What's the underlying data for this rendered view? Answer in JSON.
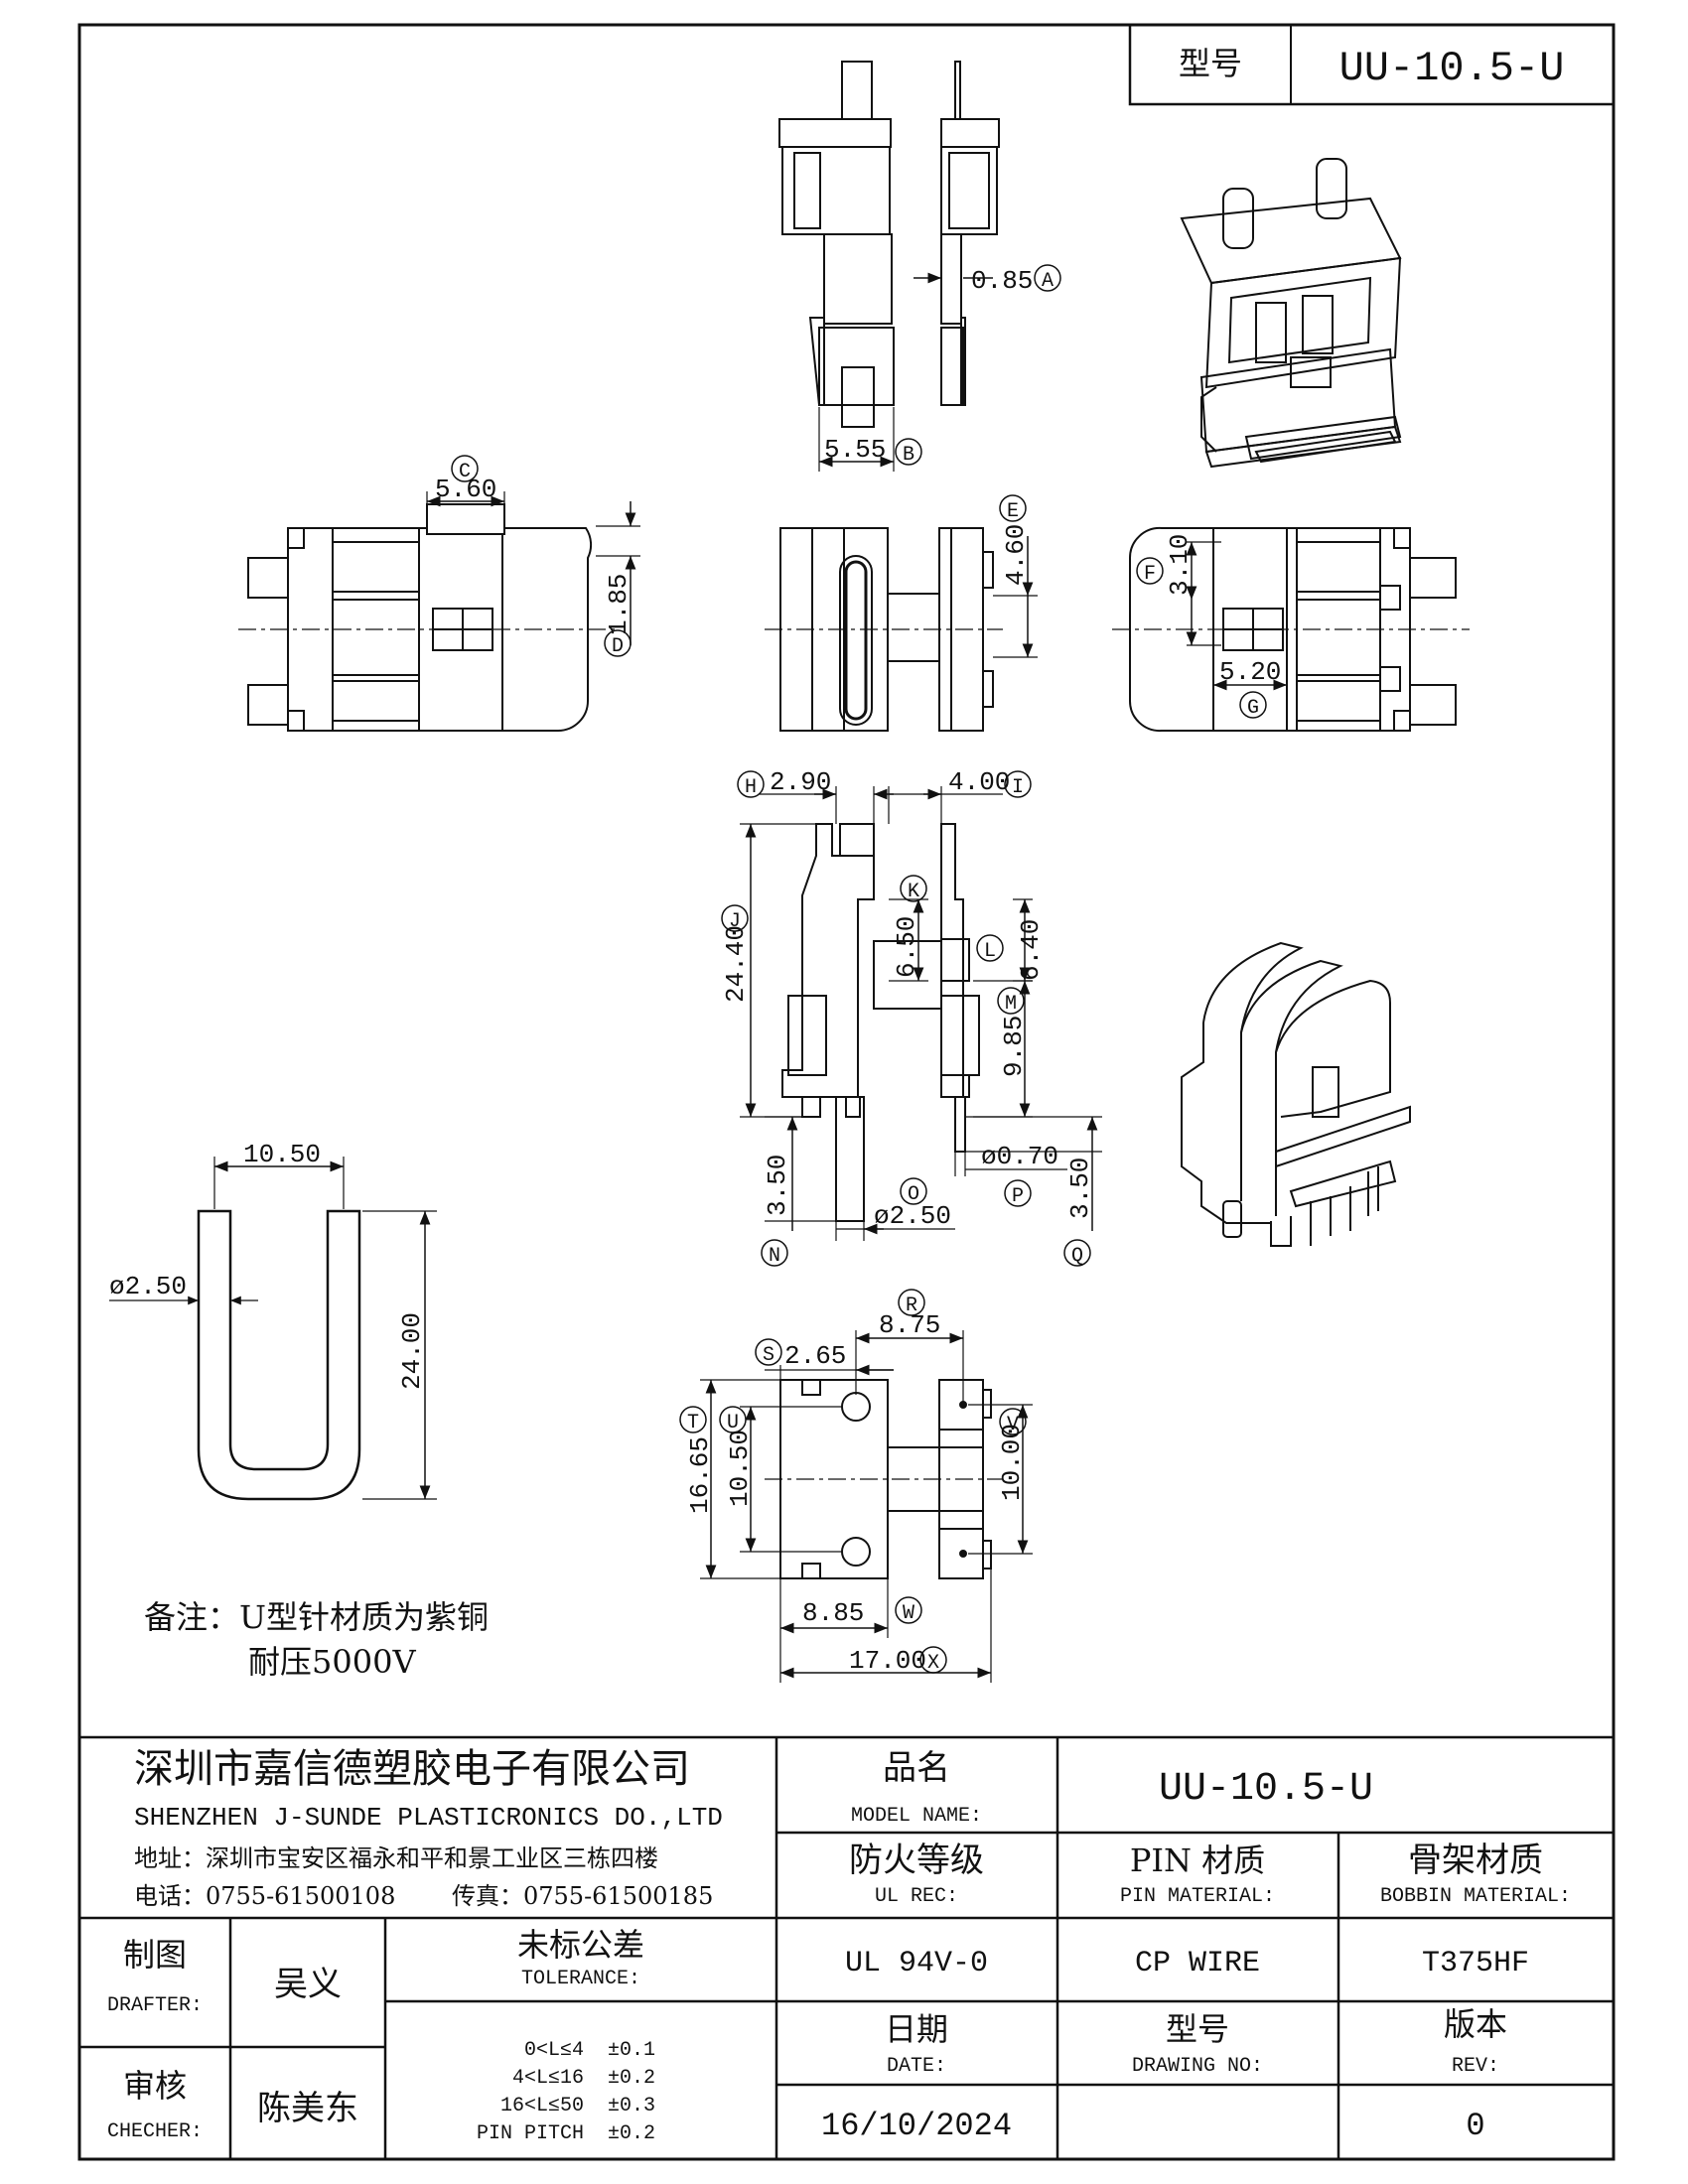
{
  "title_box": {
    "label": "型号",
    "model": "UU-10.5-U"
  },
  "dims": {
    "A": "A",
    "B": "B",
    "C": "C",
    "D": "D",
    "E": "E",
    "F": "F",
    "G": "G",
    "H": "H",
    "I": "I",
    "J": "J",
    "K": "K",
    "L": "L",
    "M": "M",
    "N": "N",
    "O": "O",
    "P": "P",
    "Q": "Q",
    "R": "R",
    "S": "S",
    "T": "T",
    "U": "U",
    "V": "V",
    "W": "W",
    "X": "X",
    "A_val": "0.85",
    "B_val": "5.55",
    "C_val": "5.60",
    "D_val": "1.85",
    "E_val": "4.60",
    "F_val": "3.10",
    "G_val": "5.20",
    "H_val": "2.90",
    "I_val": "4.00",
    "J_val": "24.40",
    "K_val": "6.50",
    "L_val": "6.40",
    "M_val": "9.85",
    "N_val": "3.50",
    "O_val": "ø2.50",
    "P_val": "ø0.70",
    "Q_val": "3.50",
    "R_val": "8.75",
    "S_val": "2.65",
    "T_val": "16.65",
    "U_val": "10.50",
    "V_val": "10.00",
    "W_val": "8.85",
    "X_val": "17.00",
    "pin_w": "10.50",
    "pin_d": "ø2.50",
    "pin_h": "24.00"
  },
  "notes": {
    "line1": "备注：U型针材质为紫铜",
    "line2": "耐压5000V"
  },
  "company": {
    "name_cn": "深圳市嘉信德塑胶电子有限公司",
    "name_en": "SHENZHEN J-SUNDE PLASTICRONICS DO.,LTD",
    "address": "地址：深圳市宝安区福永和平和景工业区三栋四楼",
    "tel": "电话：0755-61500108",
    "fax": "传真：0755-61500185"
  },
  "table": {
    "model_cn": "品名",
    "model_en": "MODEL NAME:",
    "model_val": "UU-10.5-U",
    "ul_cn": "防火等级",
    "ul_en": "UL REC:",
    "ul_val": "UL 94V-0",
    "pin_cn": "PIN 材质",
    "pin_en": "PIN MATERIAL:",
    "pin_val": "CP WIRE",
    "bob_cn": "骨架材质",
    "bob_en": "BOBBIN MATERIAL:",
    "bob_val": "T375HF",
    "drafter_cn": "制图",
    "drafter_en": "DRAFTER:",
    "drafter_val": "吴义",
    "checker_cn": "审核",
    "checker_en": "CHECHER:",
    "checker_val": "陈美东",
    "tol_cn": "未标公差",
    "tol_en": "TOLERANCE:",
    "tol_rows": [
      {
        "range": "0<L≤4",
        "tol": "±0.1"
      },
      {
        "range": "4<L≤16",
        "tol": "±0.2"
      },
      {
        "range": "16<L≤50",
        "tol": "±0.3"
      },
      {
        "range": "PIN PITCH",
        "tol": "±0.2"
      }
    ],
    "date_cn": "日期",
    "date_en": "DATE:",
    "date_val": "16/10/2024",
    "dwg_cn": "型号",
    "dwg_en": "DRAWING NO:",
    "dwg_val": "",
    "rev_cn": "版本",
    "rev_en": "REV:",
    "rev_val": "0"
  }
}
